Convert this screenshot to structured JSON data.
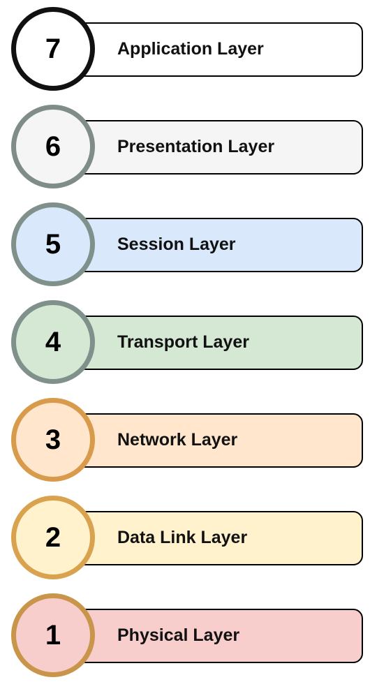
{
  "layers": [
    {
      "number": "7",
      "name": "Application Layer",
      "fill": "#ffffff",
      "ring": "#111111"
    },
    {
      "number": "6",
      "name": "Presentation Layer",
      "fill": "#f5f5f5",
      "ring": "#7f8c87"
    },
    {
      "number": "5",
      "name": "Session Layer",
      "fill": "#dae8fc",
      "ring": "#80908b"
    },
    {
      "number": "4",
      "name": "Transport Layer",
      "fill": "#d5e8d4",
      "ring": "#80908b"
    },
    {
      "number": "3",
      "name": "Network Layer",
      "fill": "#ffe6cc",
      "ring": "#d79b4b"
    },
    {
      "number": "2",
      "name": "Data Link Layer",
      "fill": "#fff2cc",
      "ring": "#d9a24f"
    },
    {
      "number": "1",
      "name": "Physical Layer",
      "fill": "#f8cecc",
      "ring": "#c9954a"
    }
  ]
}
